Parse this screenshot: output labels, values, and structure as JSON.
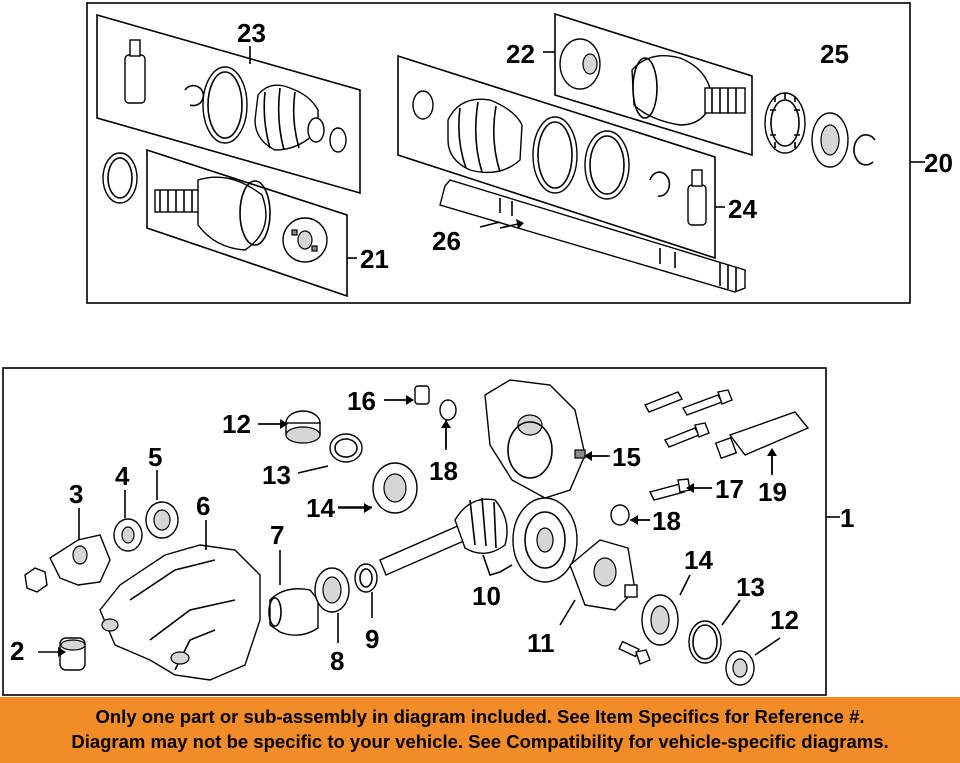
{
  "callouts": {
    "c1": "1",
    "c2": "2",
    "c3": "3",
    "c4": "4",
    "c5": "5",
    "c6": "6",
    "c7": "7",
    "c8": "8",
    "c9": "9",
    "c10": "10",
    "c11": "11",
    "c12a": "12",
    "c12b": "12",
    "c13a": "13",
    "c13b": "13",
    "c14a": "14",
    "c14b": "14",
    "c15": "15",
    "c16": "16",
    "c17": "17",
    "c18a": "18",
    "c18b": "18",
    "c19": "19",
    "c20": "20",
    "c21": "21",
    "c22": "22",
    "c23": "23",
    "c24": "24",
    "c25": "25",
    "c26": "26"
  },
  "banner": {
    "line1": "Only one part or sub-assembly in diagram included. See Item Specifics for Reference #.",
    "line2": "Diagram may not be specific to your vehicle. See Compatibility for vehicle-specific diagrams.",
    "color": "#f28c28"
  }
}
